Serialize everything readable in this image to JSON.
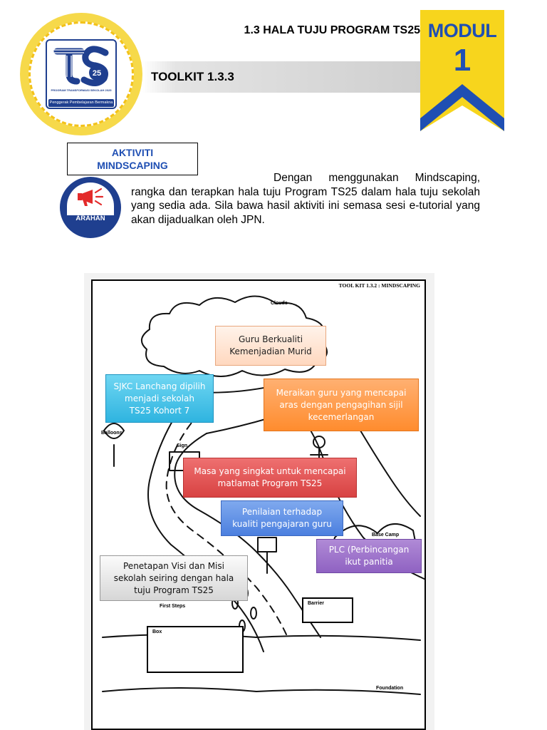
{
  "header": {
    "module_title": "1.3 HALA TUJU PROGRAM TS25",
    "toolkit_label": "TOOLKIT 1.3.3",
    "modul_word": "MODUL",
    "modul_number": "1",
    "logo": {
      "mark": "TS25",
      "subtitle": "PROGRAM TRANSFORMASI SEKOLAH 2025",
      "tagline": "Penggerak Pembelajaran Bermakna"
    }
  },
  "activity": {
    "title_line1": "AKTIVITI",
    "title_line2": "MINDSCAPING",
    "icon_label": "ARAHAN",
    "instruction": "Dengan menggunakan Mindscaping, rangka dan terapkan hala tuju Program TS25 dalam hala tuju sekolah yang sedia ada. Sila bawa hasil aktiviti ini semasa sesi e-tutorial yang akan dijadualkan oleh JPN."
  },
  "mindscape": {
    "frame_title": "TOOL KIT 1.3.2 : MINDSCAPING",
    "sketch_labels": {
      "clouds": "Clouds",
      "balloons": "Balloons",
      "sign": "Sign",
      "base_camp": "Base Camp",
      "first_steps": "First Steps",
      "barrier": "Barrier",
      "box": "Box",
      "foundation": "Foundation"
    },
    "notes": {
      "peach": [
        "Guru Berkualiti",
        "Kemenjadian Murid"
      ],
      "cyan": [
        "SJKC Lanchang dipilih",
        "menjadi sekolah",
        "TS25 Kohort 7"
      ],
      "orange": [
        "Meraikan guru yang mencapai",
        "aras dengan pengagihan sijil",
        "kecemerlangan"
      ],
      "red": [
        "Masa yang singkat untuk mencapai",
        "matlamat Program TS25"
      ],
      "blue": [
        "Penilaian terhadap",
        "kualiti pengajaran guru"
      ],
      "purple": [
        "PLC (Perbincangan",
        "ikut panitia"
      ],
      "gray": [
        "Penetapan Visi dan Misi",
        "sekolah seiring dengan hala",
        "tuju Program TS25"
      ]
    }
  },
  "colors": {
    "brand_blue": "#1f4fb3",
    "flag_yellow": "#f7d51d",
    "logo_yellow": "#f6d94a"
  }
}
